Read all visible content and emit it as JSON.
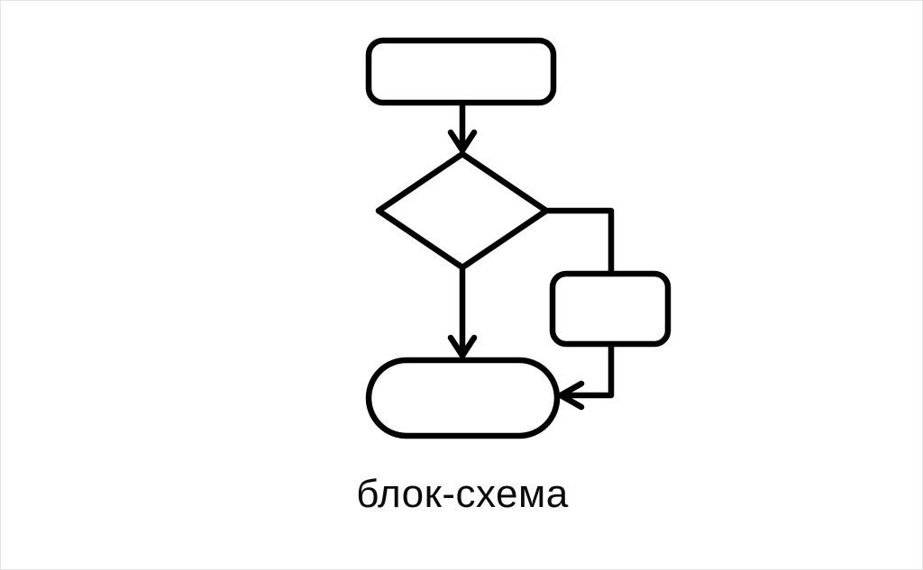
{
  "canvas": {
    "background": "#ffffff",
    "border_color": "#e3e3e3"
  },
  "diagram": {
    "caption": "блок-схема",
    "stroke_color": "#000000",
    "nodes": [
      {
        "name": "start-terminator-node",
        "type": "rounded-rectangle",
        "label": ""
      },
      {
        "name": "decision-node",
        "type": "diamond",
        "label": ""
      },
      {
        "name": "process-node",
        "type": "rounded-rectangle",
        "label": ""
      },
      {
        "name": "end-terminator-node",
        "type": "stadium",
        "label": ""
      }
    ],
    "edges": [
      {
        "name": "edge-start-to-decision",
        "from": "start-terminator-node",
        "to": "decision-node",
        "arrow": true
      },
      {
        "name": "edge-decision-to-process",
        "from": "decision-node",
        "to": "process-node",
        "arrow": false
      },
      {
        "name": "edge-decision-to-end",
        "from": "decision-node",
        "to": "end-terminator-node",
        "arrow": true
      },
      {
        "name": "edge-process-to-end",
        "from": "process-node",
        "to": "end-terminator-node",
        "arrow": true
      }
    ]
  }
}
